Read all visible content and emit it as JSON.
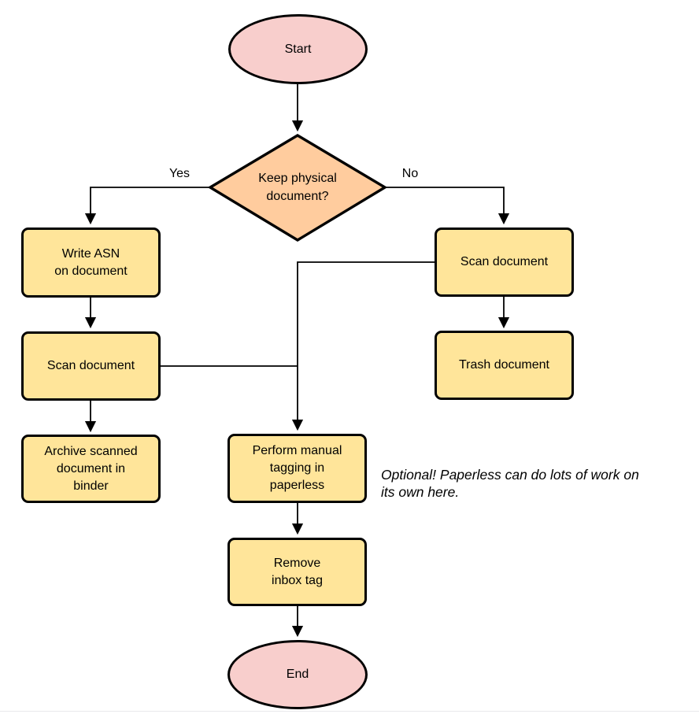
{
  "diagram": {
    "nodes": {
      "start": {
        "label": "Start"
      },
      "decision": {
        "label": "Keep physical\ndocument?"
      },
      "write_asn": {
        "label": "Write ASN\non document"
      },
      "scan_left": {
        "label": "Scan document"
      },
      "archive": {
        "label": "Archive scanned\ndocument in\nbinder"
      },
      "scan_right": {
        "label": "Scan document"
      },
      "trash": {
        "label": "Trash document"
      },
      "tagging": {
        "label": "Perform manual\ntagging in\npaperless"
      },
      "remove_inbox": {
        "label": "Remove\ninbox tag"
      },
      "end": {
        "label": "End"
      }
    },
    "edge_labels": {
      "yes": "Yes",
      "no": "No"
    },
    "annotation": "Optional! Paperless can do lots of work on\nits own here.",
    "colors": {
      "terminal_fill": "#f8cecc",
      "decision_fill": "#ffcc9e",
      "process_fill": "#ffe59a",
      "stroke": "#000000"
    }
  }
}
